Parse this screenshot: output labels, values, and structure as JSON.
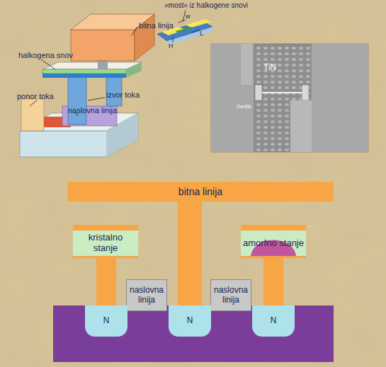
{
  "diagram": {
    "nodes": [
      {
        "text": [
          "bitna linija"
        ]
      },
      {
        "text": [
          "kristalno stanje"
        ]
      },
      {
        "text": [
          "amorfno stanje"
        ]
      },
      {
        "text": [
          "naslovna linija"
        ]
      },
      {
        "text": [
          "naslovna linija"
        ]
      },
      {
        "text": [
          "N"
        ]
      },
      {
        "text": [
          "N"
        ]
      },
      {
        "text": [
          "N"
        ]
      }
    ],
    "edges": [
      {
        "from": 1,
        "to": 5,
        "arrow": "none"
      },
      {
        "from": 0,
        "to": 6,
        "arrow": "none"
      },
      {
        "from": 2,
        "to": 7,
        "arrow": "none"
      }
    ],
    "labels": [
      "bitna linija",
      "halkogena snov",
      "ponor toka",
      "izvor toka",
      "naslovna linija",
      "»most« iz halkogene snovi",
      "w",
      "H",
      "L",
      "TiN",
      "GeSb"
    ]
  }
}
